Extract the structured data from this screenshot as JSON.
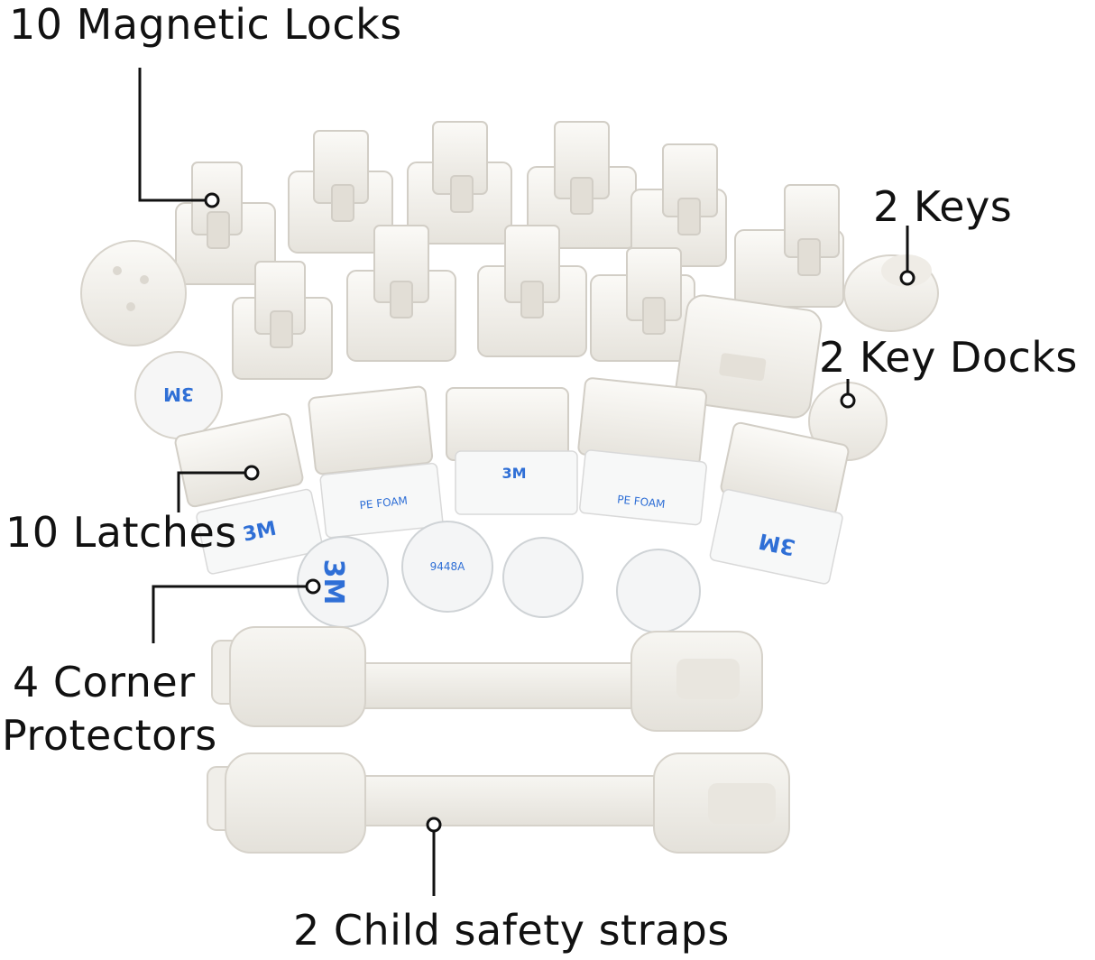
{
  "labels": {
    "magnetic_locks": "10 Magnetic Locks",
    "keys": "2 Keys",
    "key_docks": "2 Key Docks",
    "latches": "10 Latches",
    "corner_protectors_line1": "4 Corner",
    "corner_protectors_line2": "Protectors",
    "safety_straps": "2 Child safety straps"
  },
  "tape_text": {
    "brand": "3M",
    "foam": "PE FOAM",
    "code": "9448A"
  },
  "colors": {
    "background": "#ffffff",
    "plastic": "#f3f1ec",
    "plastic_shadow": "#d9d6cf",
    "tape_print": "#2f6fd6",
    "callout": "#111111"
  }
}
